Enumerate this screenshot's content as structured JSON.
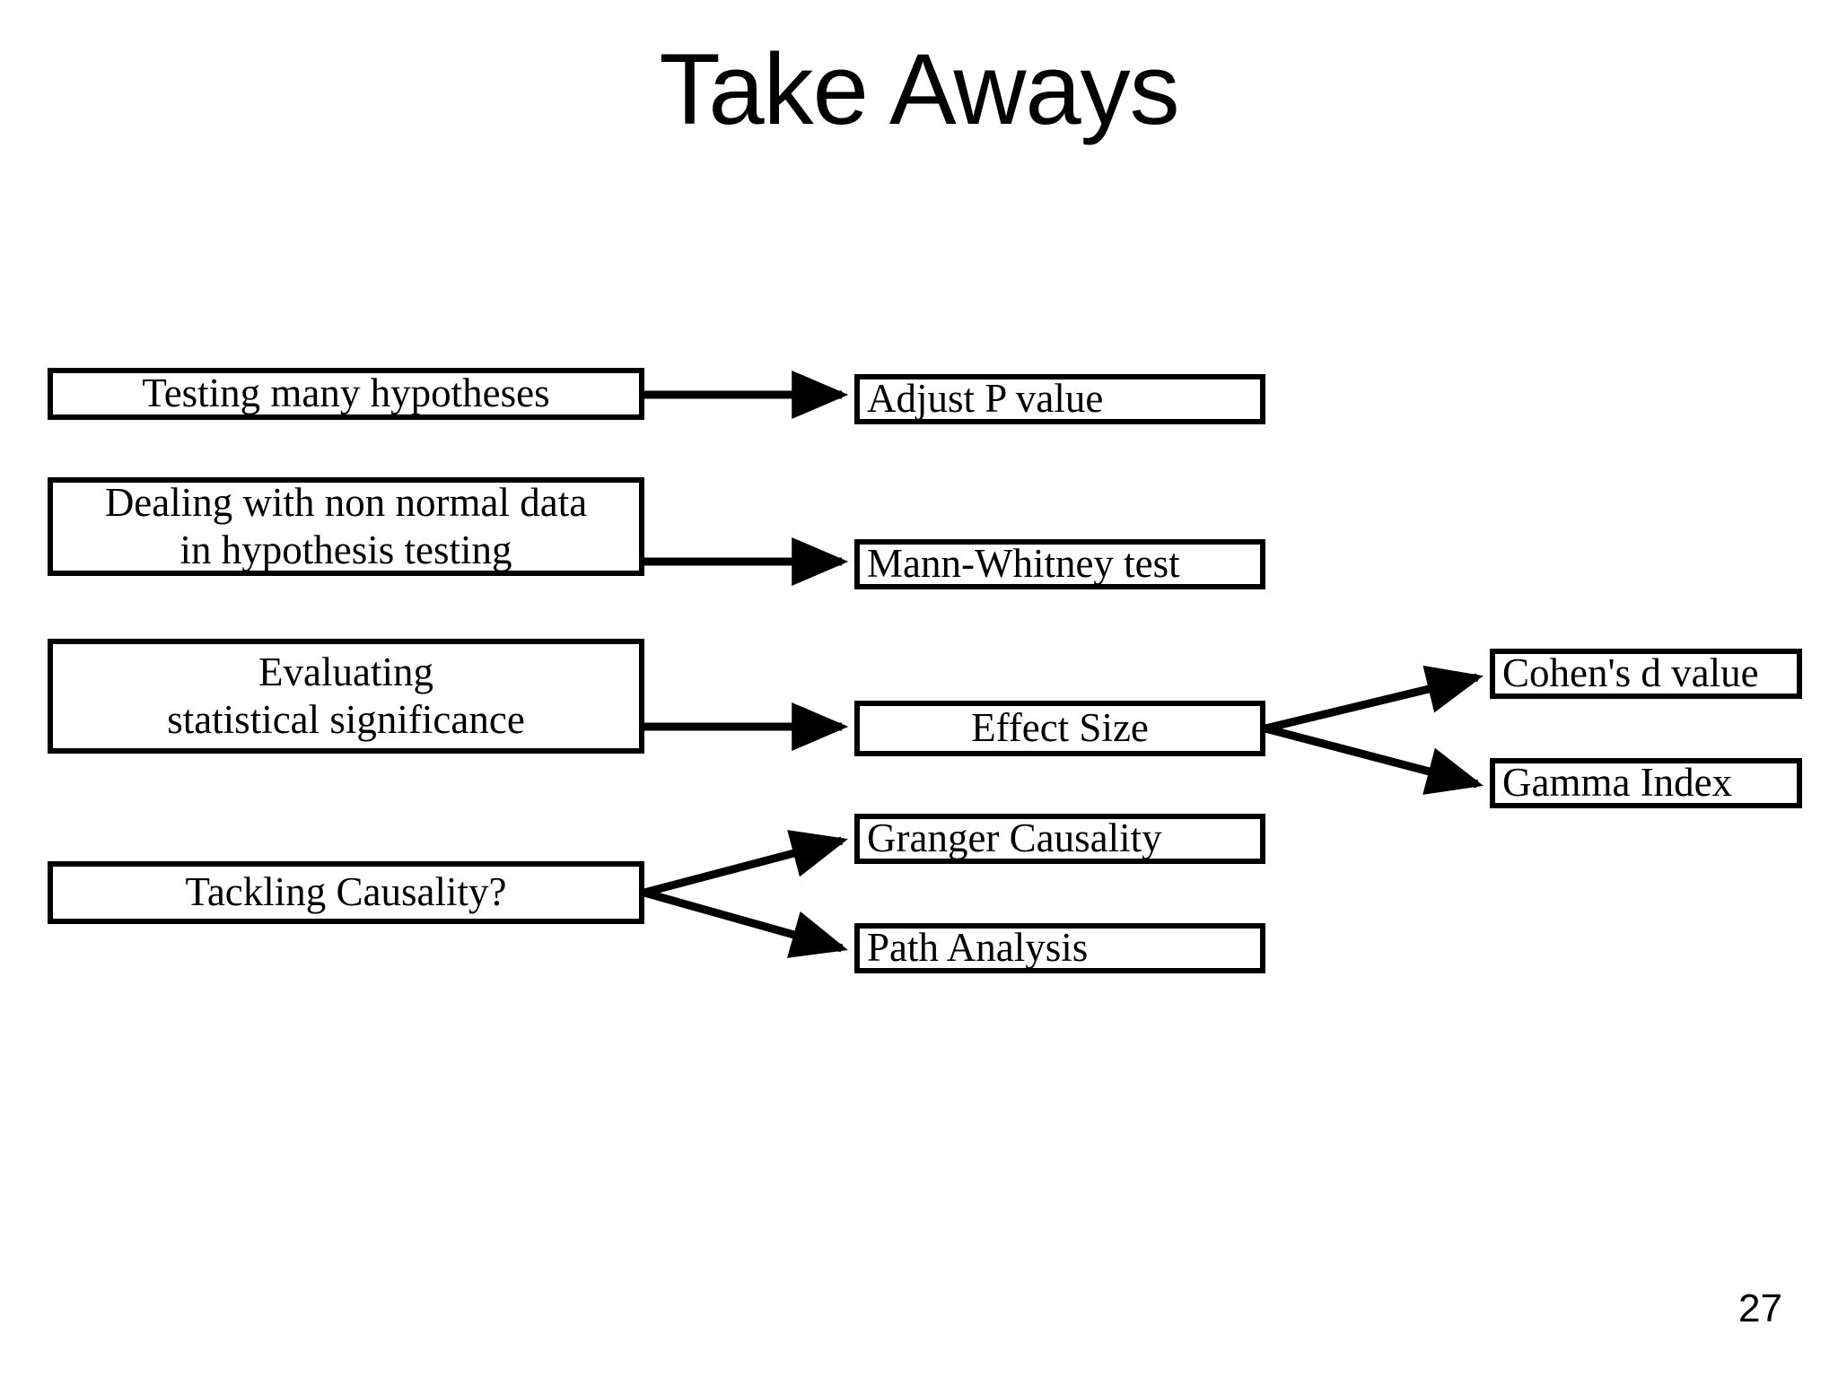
{
  "slide": {
    "title": "Take Aways",
    "page_number": "27",
    "background_color": "#ffffff",
    "ink_color": "#000000"
  },
  "diagram": {
    "type": "flowchart",
    "nodes": {
      "testing_many_hypotheses": "Testing many hypotheses",
      "dealing_non_normal": "Dealing with non normal data\nin hypothesis testing",
      "evaluating_significance": "Evaluating\nstatistical significance",
      "tackling_causality": "Tackling Causality?",
      "adjust_p_value": "Adjust P value",
      "mann_whitney": "Mann-Whitney test",
      "effect_size": "Effect Size",
      "granger_causality": "Granger Causality",
      "path_analysis": "Path Analysis",
      "cohens_d_value": "Cohen's d value",
      "gamma_index": "Gamma Index"
    },
    "edges": [
      {
        "from": "testing_many_hypotheses",
        "to": "adjust_p_value"
      },
      {
        "from": "dealing_non_normal",
        "to": "mann_whitney"
      },
      {
        "from": "evaluating_significance",
        "to": "effect_size"
      },
      {
        "from": "effect_size",
        "to": "cohens_d_value"
      },
      {
        "from": "effect_size",
        "to": "gamma_index"
      },
      {
        "from": "tackling_causality",
        "to": "granger_causality"
      },
      {
        "from": "tackling_causality",
        "to": "path_analysis"
      }
    ]
  }
}
